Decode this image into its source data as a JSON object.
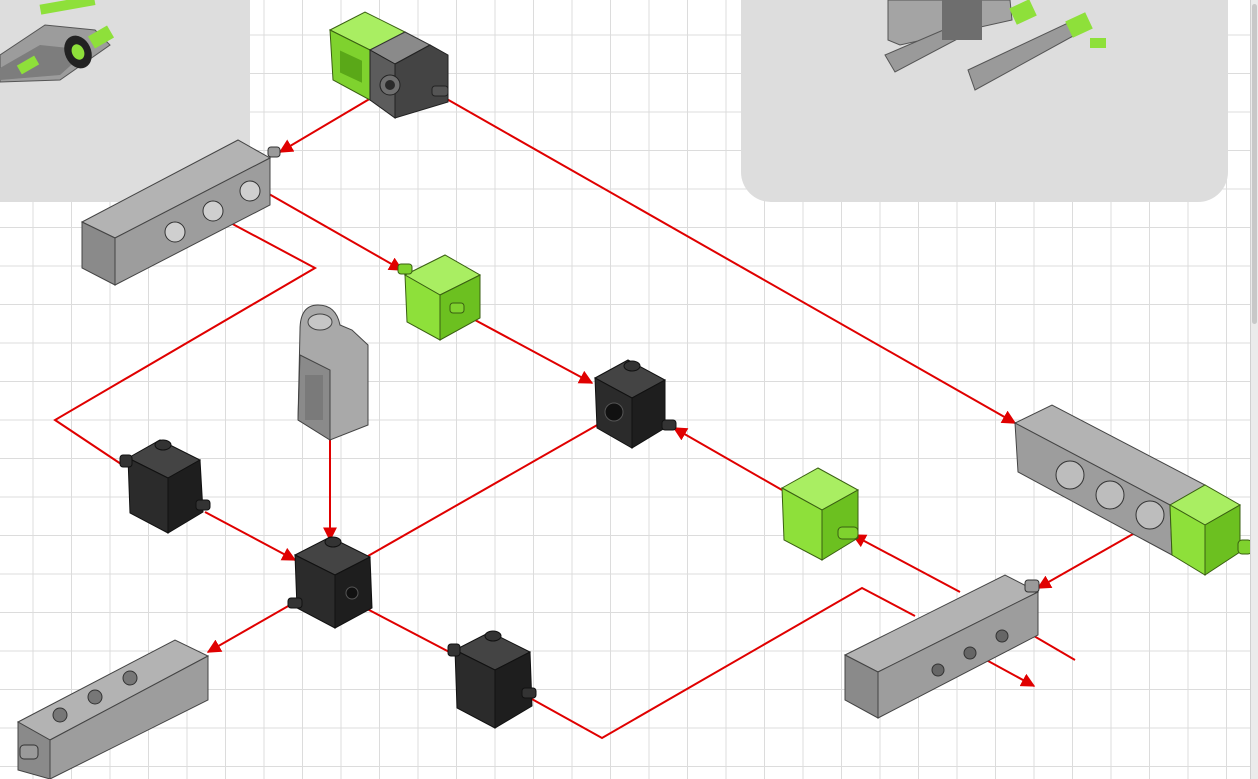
{
  "diagram": {
    "colors": {
      "grid": "#dcdcdc",
      "panel": "#dddddd",
      "connector": "#e00000",
      "green_part": "#8ee03a",
      "green_dark": "#5aa818",
      "grey_part": "#8f8f8f",
      "grey_dark": "#5c5c5c",
      "black_part": "#2b2b2b"
    },
    "parts": [
      {
        "id": "top-green-block",
        "kind": "green-grey-block-with-axle"
      },
      {
        "id": "grey-beam-3-holes",
        "kind": "grey-beam"
      },
      {
        "id": "small-green-block",
        "kind": "green-block"
      },
      {
        "id": "grey-hinge-block",
        "kind": "grey-hinge"
      },
      {
        "id": "black-cube-center-right",
        "kind": "black-cube"
      },
      {
        "id": "black-cube-left",
        "kind": "black-cube"
      },
      {
        "id": "black-cube-center",
        "kind": "black-cube"
      },
      {
        "id": "green-block-right",
        "kind": "green-block-with-axle"
      },
      {
        "id": "long-grey-beam-green-end",
        "kind": "grey-beam-green-end"
      },
      {
        "id": "black-cube-bottom",
        "kind": "black-cube"
      },
      {
        "id": "grey-beam-bottom-right",
        "kind": "grey-beam"
      },
      {
        "id": "grey-beam-bottom-left",
        "kind": "grey-beam"
      }
    ],
    "preview_images": [
      {
        "id": "preview-left",
        "icon": "vehicle-assembly-icon"
      },
      {
        "id": "preview-right",
        "icon": "beam-assembly-icon"
      }
    ]
  }
}
